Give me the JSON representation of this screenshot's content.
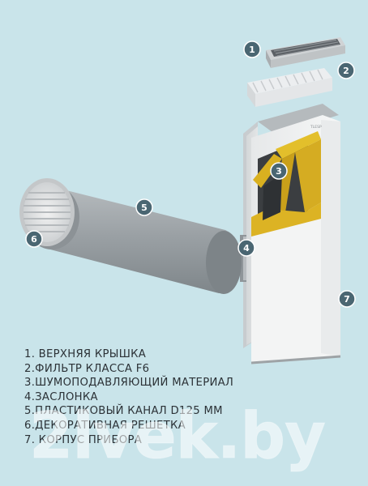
{
  "legend": [
    "1. ВЕРХНЯЯ КРЫШКА",
    "2.ФИЛЬТР КЛАССА F6",
    "3.ШУМОПОДАВЛЯЮЩИЙ МАТЕРИАЛ",
    "4.ЗАСЛОНКА",
    "5.ПЛАСТИКОВЫЙ КАНАЛ D125 ММ",
    "6.ДЕКОРАТИВНАЯ РЕШЕТКА",
    "7. КОРПУС ПРИБОРА"
  ],
  "callouts": [
    {
      "id": "1"
    },
    {
      "id": "2"
    },
    {
      "id": "3"
    },
    {
      "id": "4"
    },
    {
      "id": "5"
    },
    {
      "id": "6"
    },
    {
      "id": "7"
    }
  ],
  "brand_mark": "TLESP",
  "watermark": "2lvek.by",
  "colors": {
    "background": "#c9e4ea",
    "callout": "#4a6672",
    "body": "#f1f2f2",
    "insulation_yellow": "#d9b020",
    "pipe": "#9aa0a4",
    "text": "#2b3136"
  }
}
